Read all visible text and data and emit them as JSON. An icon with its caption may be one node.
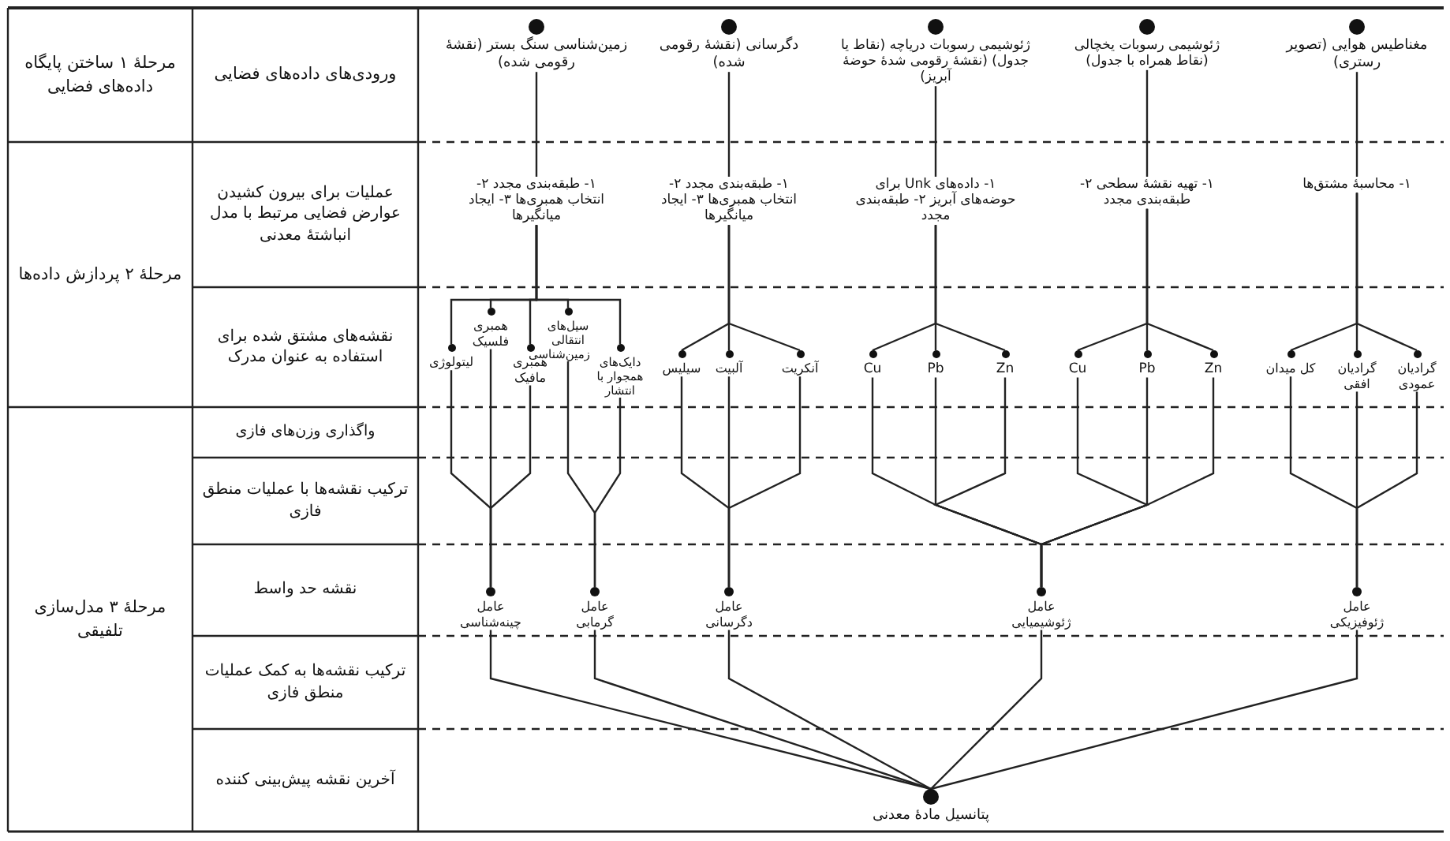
{
  "diagram": {
    "nodes": [
      {
        "text": [
          "زمین‌شناسی سنگ بستر (نقشهٔ رقومی شده)"
        ]
      },
      {
        "text": [
          "دگرسانی (نقشهٔ رقومی شده)"
        ]
      },
      {
        "text": [
          "ژئوشیمی رسوبات دریاچه (نقاط یا جدول) (نقشهٔ رقومی شدهٔ حوضهٔ آبریز)"
        ]
      },
      {
        "text": [
          "ژئوشیمی رسوبات یخچالی (نقاط همراه با جدول)"
        ]
      },
      {
        "text": [
          "مغناطیس هوایی (تصویر رستری)"
        ]
      },
      {
        "text": [
          "۱- طبقه‌بندی مجدد ۲- انتخاب همبری‌ها ۳- ایجاد میانگیرها"
        ]
      },
      {
        "text": [
          "۱- طبقه‌بندی مجدد ۲- انتخاب همبری‌ها ۳- ایجاد میانگیرها"
        ]
      },
      {
        "text": [
          "۱- داده‌های Unk برای حوضه‌های آبریز ۲- طبقه‌بندی مجدد"
        ]
      },
      {
        "text": [
          "۱- تهیه نقشهٔ سطحی ۲- طبقه‌بندی مجدد"
        ]
      },
      {
        "text": [
          "۱- محاسبهٔ مشتق‌ها"
        ]
      },
      {
        "text": [
          "لیتولوژی"
        ]
      },
      {
        "text": [
          "همبری فلسیک"
        ]
      },
      {
        "text": [
          "همبری مافیک"
        ]
      },
      {
        "text": [
          "سیل‌های انتقالی زمین‌شناسی"
        ]
      },
      {
        "text": [
          "دایک‌های همجوار با انتشار"
        ]
      },
      {
        "text": [
          "سیلیس"
        ]
      },
      {
        "text": [
          "آلبیت"
        ]
      },
      {
        "text": [
          "آنکریت"
        ]
      },
      {
        "text": [
          "Cu"
        ]
      },
      {
        "text": [
          "Pb"
        ]
      },
      {
        "text": [
          "Zn"
        ]
      },
      {
        "text": [
          "Cu"
        ]
      },
      {
        "text": [
          "Pb"
        ]
      },
      {
        "text": [
          "Zn"
        ]
      },
      {
        "text": [
          "کل میدان"
        ]
      },
      {
        "text": [
          "گرادیان افقی"
        ]
      },
      {
        "text": [
          "گرادیان عمودی"
        ]
      },
      {
        "text": [
          "عامل چینه‌شناسی"
        ]
      },
      {
        "text": [
          "عامل گرمابی"
        ]
      },
      {
        "text": [
          "عامل دگرسانی"
        ]
      },
      {
        "text": [
          "عامل ژئوشیمیایی"
        ]
      },
      {
        "text": [
          "عامل ژئوفیزیکی"
        ]
      },
      {
        "text": [
          "پتانسیل مادهٔ معدنی"
        ]
      }
    ],
    "edges": [
      {
        "from": 0,
        "to": 5,
        "arrow": "none"
      },
      {
        "from": 1,
        "to": 6,
        "arrow": "none"
      },
      {
        "from": 2,
        "to": 7,
        "arrow": "none"
      },
      {
        "from": 3,
        "to": 8,
        "arrow": "none"
      },
      {
        "from": 4,
        "to": 9,
        "arrow": "none"
      },
      {
        "from": 5,
        "to": 10,
        "arrow": "none"
      },
      {
        "from": 5,
        "to": 11,
        "arrow": "none"
      },
      {
        "from": 5,
        "to": 12,
        "arrow": "none"
      },
      {
        "from": 5,
        "to": 13,
        "arrow": "none"
      },
      {
        "from": 5,
        "to": 14,
        "arrow": "none"
      },
      {
        "from": 6,
        "to": 15,
        "arrow": "none"
      },
      {
        "from": 6,
        "to": 16,
        "arrow": "none"
      },
      {
        "from": 6,
        "to": 17,
        "arrow": "none"
      },
      {
        "from": 7,
        "to": 18,
        "arrow": "none"
      },
      {
        "from": 7,
        "to": 19,
        "arrow": "none"
      },
      {
        "from": 7,
        "to": 20,
        "arrow": "none"
      },
      {
        "from": 8,
        "to": 21,
        "arrow": "none"
      },
      {
        "from": 8,
        "to": 22,
        "arrow": "none"
      },
      {
        "from": 8,
        "to": 23,
        "arrow": "none"
      },
      {
        "from": 9,
        "to": 24,
        "arrow": "none"
      },
      {
        "from": 9,
        "to": 25,
        "arrow": "none"
      },
      {
        "from": 9,
        "to": 26,
        "arrow": "none"
      },
      {
        "from": 10,
        "to": 27,
        "arrow": "none"
      },
      {
        "from": 11,
        "to": 27,
        "arrow": "none"
      },
      {
        "from": 12,
        "to": 27,
        "arrow": "none"
      },
      {
        "from": 13,
        "to": 28,
        "arrow": "none"
      },
      {
        "from": 14,
        "to": 28,
        "arrow": "none"
      },
      {
        "from": 15,
        "to": 29,
        "arrow": "none"
      },
      {
        "from": 16,
        "to": 29,
        "arrow": "none"
      },
      {
        "from": 17,
        "to": 29,
        "arrow": "none"
      },
      {
        "from": 18,
        "to": 30,
        "arrow": "none"
      },
      {
        "from": 19,
        "to": 30,
        "arrow": "none"
      },
      {
        "from": 20,
        "to": 30,
        "arrow": "none"
      },
      {
        "from": 21,
        "to": 30,
        "arrow": "none"
      },
      {
        "from": 22,
        "to": 30,
        "arrow": "none"
      },
      {
        "from": 23,
        "to": 30,
        "arrow": "none"
      },
      {
        "from": 24,
        "to": 31,
        "arrow": "none"
      },
      {
        "from": 25,
        "to": 31,
        "arrow": "none"
      },
      {
        "from": 26,
        "to": 31,
        "arrow": "none"
      },
      {
        "from": 27,
        "to": 32,
        "arrow": "none"
      },
      {
        "from": 28,
        "to": 32,
        "arrow": "none"
      },
      {
        "from": 29,
        "to": 32,
        "arrow": "none"
      },
      {
        "from": 30,
        "to": 32,
        "arrow": "none"
      },
      {
        "from": 31,
        "to": 32,
        "arrow": "none"
      }
    ],
    "labels": [
      "مرحلهٔ ۱ ساختن پایگاه داده‌های فضایی",
      "ورودی‌های داده‌های فضایی",
      "مرحلهٔ ۲ پردازش داده‌ها",
      "عملیات برای بیرون کشیدن عوارض فضایی مرتبط با مدل انباشتهٔ معدنی",
      "نقشه‌های مشتق شده برای استفاده به عنوان مدرک",
      "مرحلهٔ ۳ مدل‌سازی تلفیقی",
      "واگذاری وزن‌های فازی",
      "ترکیب نقشه‌ها با عملیات منطق فازی",
      "نقشه حد واسط",
      "ترکیب نقشه‌ها به کمک عملیات منطق فازی",
      "آخرین نقشه پیش‌بینی کننده"
    ]
  }
}
